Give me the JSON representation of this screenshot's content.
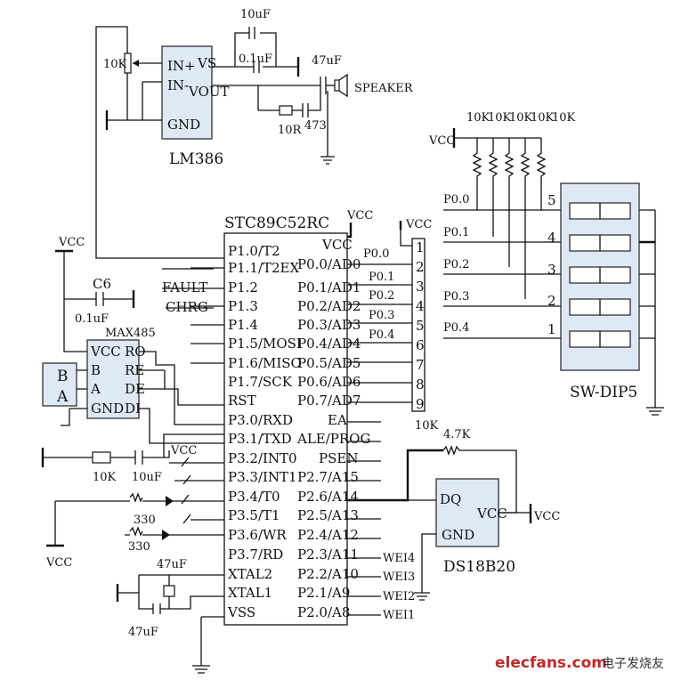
{
  "lm386": {
    "name": "LM386",
    "pins": [
      "IN+",
      "IN-",
      "VS",
      "VOUT",
      "GND"
    ],
    "pot": "10K",
    "cap_top": "10uF",
    "cap_mid": "0.1uF",
    "cap_out": "47uF",
    "resistor": "10R",
    "cap_rc": "473",
    "speaker": "SPEAKER"
  },
  "mcu": {
    "name": "STC89C52RC",
    "vcc_pin": "VCC",
    "left_pins": [
      "P1.0/T2",
      "P1.1/T2EX",
      "P1.2",
      "P1.3",
      "P1.4",
      "P1.5/MOSI",
      "P1.6/MISO",
      "P1.7/SCK",
      "RST",
      "P3.0/RXD",
      "P3.1/TXD",
      "P3.2/INT0",
      "P3.3/INT1",
      "P3.4/T0",
      "P3.5/T1",
      "P3.6/WR",
      "P3.7/RD",
      "XTAL2",
      "XTAL1",
      "VSS"
    ],
    "right_pins": [
      "P0.0/AD0",
      "P0.1/AD1",
      "P0.2/AD2",
      "P0.3/AD3",
      "P0.4/AD4",
      "P0.5/AD5",
      "P0.6/AD6",
      "P0.7/AD7",
      "EA",
      "ALE/PROG",
      "PSEN",
      "P2.7/A15",
      "P2.6/A14",
      "P2.5/A13",
      "P2.4/A12",
      "P2.3/A11",
      "P2.2/A10",
      "P2.1/A9",
      "P2.0/A8"
    ],
    "net_labels": [
      "FAULT",
      "CHRG"
    ]
  },
  "max485": {
    "name": "MAX485",
    "left_pins": [
      "VCC",
      "B",
      "A",
      "GND"
    ],
    "right_pins": [
      "RO",
      "RE",
      "DE",
      "DI"
    ],
    "cap": "C6",
    "cap_value": "0.1uF",
    "connector": [
      "B",
      "A"
    ]
  },
  "vcc_label": "VCC",
  "rst": {
    "resistor": "10K",
    "cap": "10uF"
  },
  "leds": {
    "r1": "330",
    "r2": "330"
  },
  "xtal": {
    "c1": "47uF",
    "c2": "47uF"
  },
  "pack": {
    "pins": [
      "1",
      "2",
      "3",
      "4",
      "5",
      "6",
      "7",
      "8",
      "9"
    ],
    "value": "10K"
  },
  "p0_nets": [
    "P0.0",
    "P0.1",
    "P0.2",
    "P0.3",
    "P0.4"
  ],
  "dip": {
    "name": "SW-DIP5",
    "pullups": [
      "10K",
      "10K",
      "10K",
      "10K",
      "10K"
    ],
    "nets": [
      "P0.0",
      "P0.1",
      "P0.2",
      "P0.3",
      "P0.4"
    ],
    "numbers": [
      "5",
      "4",
      "3",
      "2",
      "1"
    ]
  },
  "ds18b20": {
    "name": "DS18B20",
    "pins": [
      "DQ",
      "GND",
      "VCC"
    ],
    "pullup": "4.7K"
  },
  "wei_nets": [
    "WEI4",
    "WEI3",
    "WEI2",
    "WEI1"
  ],
  "watermark": {
    "site": "elecfans.com",
    "cn": "电子发烧友"
  }
}
